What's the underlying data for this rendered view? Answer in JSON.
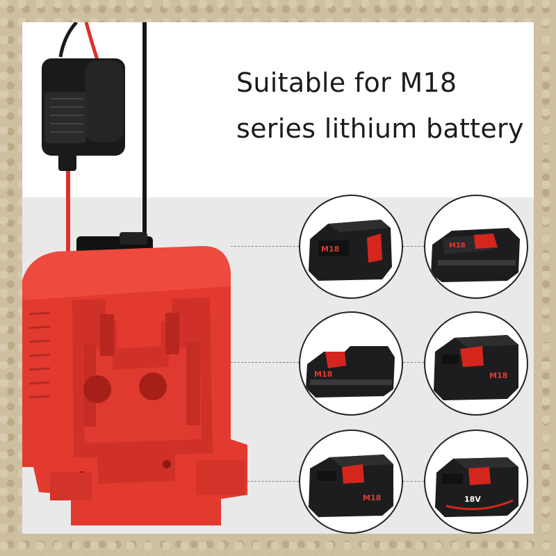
{
  "headline": {
    "line1": "Suitable for M18",
    "line2": "series lithium battery"
  },
  "batteries": [
    {
      "label": "M18"
    },
    {
      "label": "M18"
    },
    {
      "label": "M18"
    },
    {
      "label": "M18"
    },
    {
      "label": "M18"
    },
    {
      "label": "18V"
    }
  ],
  "colors": {
    "adapter_red": "#e23a2f",
    "battery_black": "#1d1d1f",
    "cable_red": "#d9322a",
    "background_band": "#e9e9ea"
  }
}
